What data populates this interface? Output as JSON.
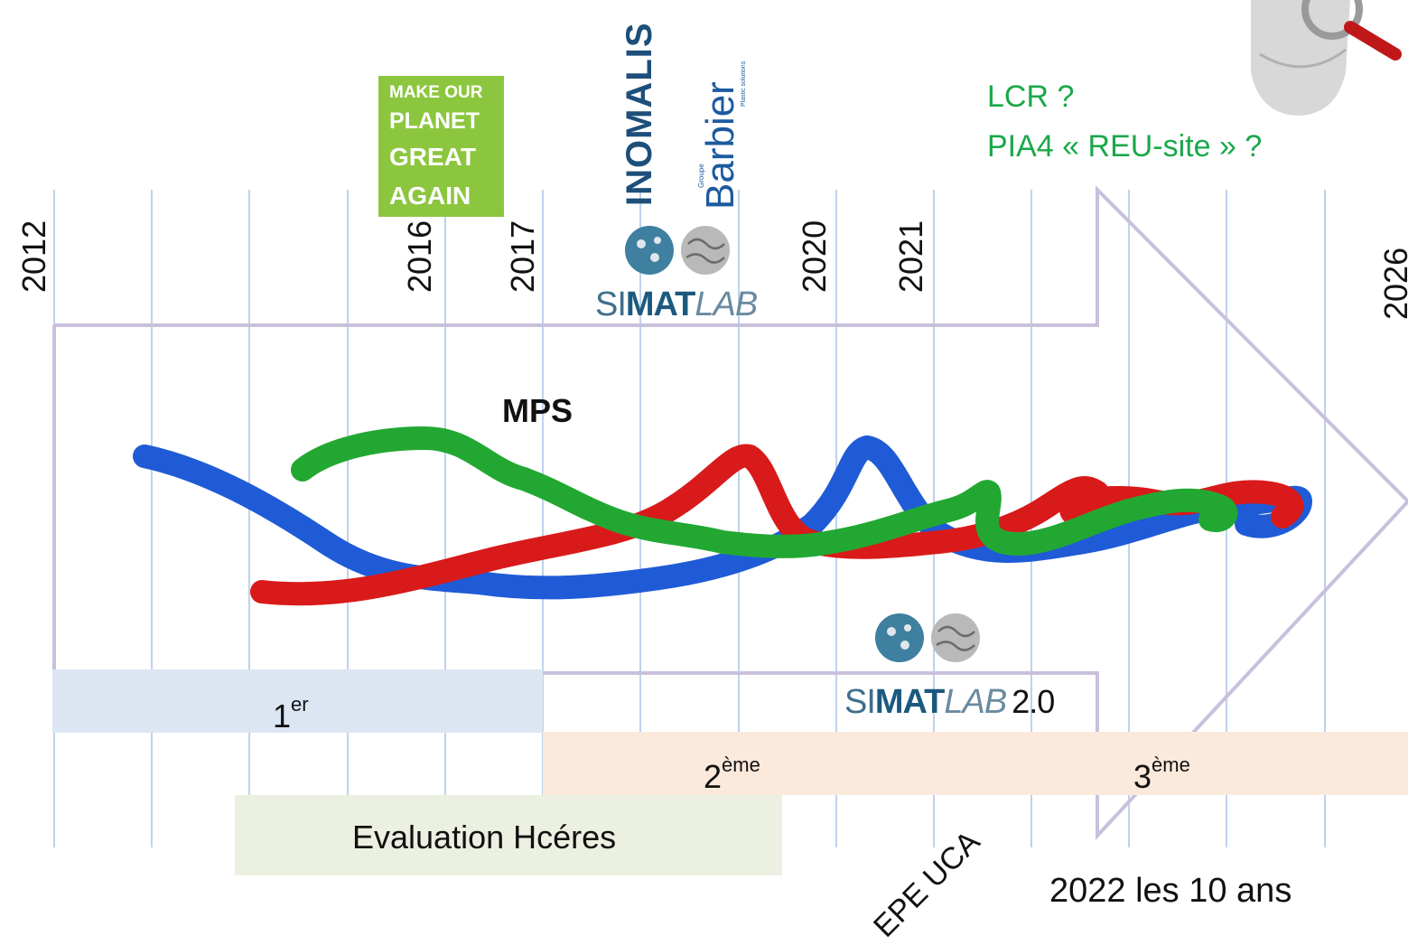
{
  "years": {
    "y2012": "2012",
    "y2016": "2016",
    "y2017": "2017",
    "y2020": "2020",
    "y2021": "2021",
    "y2026": "2026"
  },
  "mopga": {
    "line1": "MAKE OUR",
    "line2": "PLANET",
    "line3": "GREAT",
    "line4": "AGAIN"
  },
  "inomalis": "INOMALIS",
  "barbier": {
    "main": "Barbier",
    "groupe": "Groupe",
    "tag": "Plastic solutions"
  },
  "simatlab": {
    "si": "SI",
    "mat": "MAT",
    "lab": "LAB"
  },
  "simatlab2": {
    "si": "SI",
    "mat": "MAT",
    "lab": "LAB",
    "version": "2.0"
  },
  "mps": "MPS",
  "future": {
    "lcr": "LCR ?",
    "pia4": "PIA4 « REU-site » ?"
  },
  "bands": {
    "first": {
      "num": "1",
      "sup": "er"
    },
    "second": {
      "num": "2",
      "sup": "ème"
    },
    "third": {
      "num": "3",
      "sup": "ème"
    }
  },
  "evaluation": "Evaluation Hcéres",
  "epe": "EPE UCA",
  "anniversary": "2022 les 10 ans",
  "colors": {
    "grid": "#a9c3e6",
    "arrow": "#c9c0dc",
    "band1": "#dce6f2",
    "band2": "#fbe9dc",
    "band3": "#ebf0e0",
    "green_text": "#1aa84a",
    "strand_blue": "#1f5bd6",
    "strand_red": "#d91a1a",
    "strand_green": "#22a832"
  }
}
